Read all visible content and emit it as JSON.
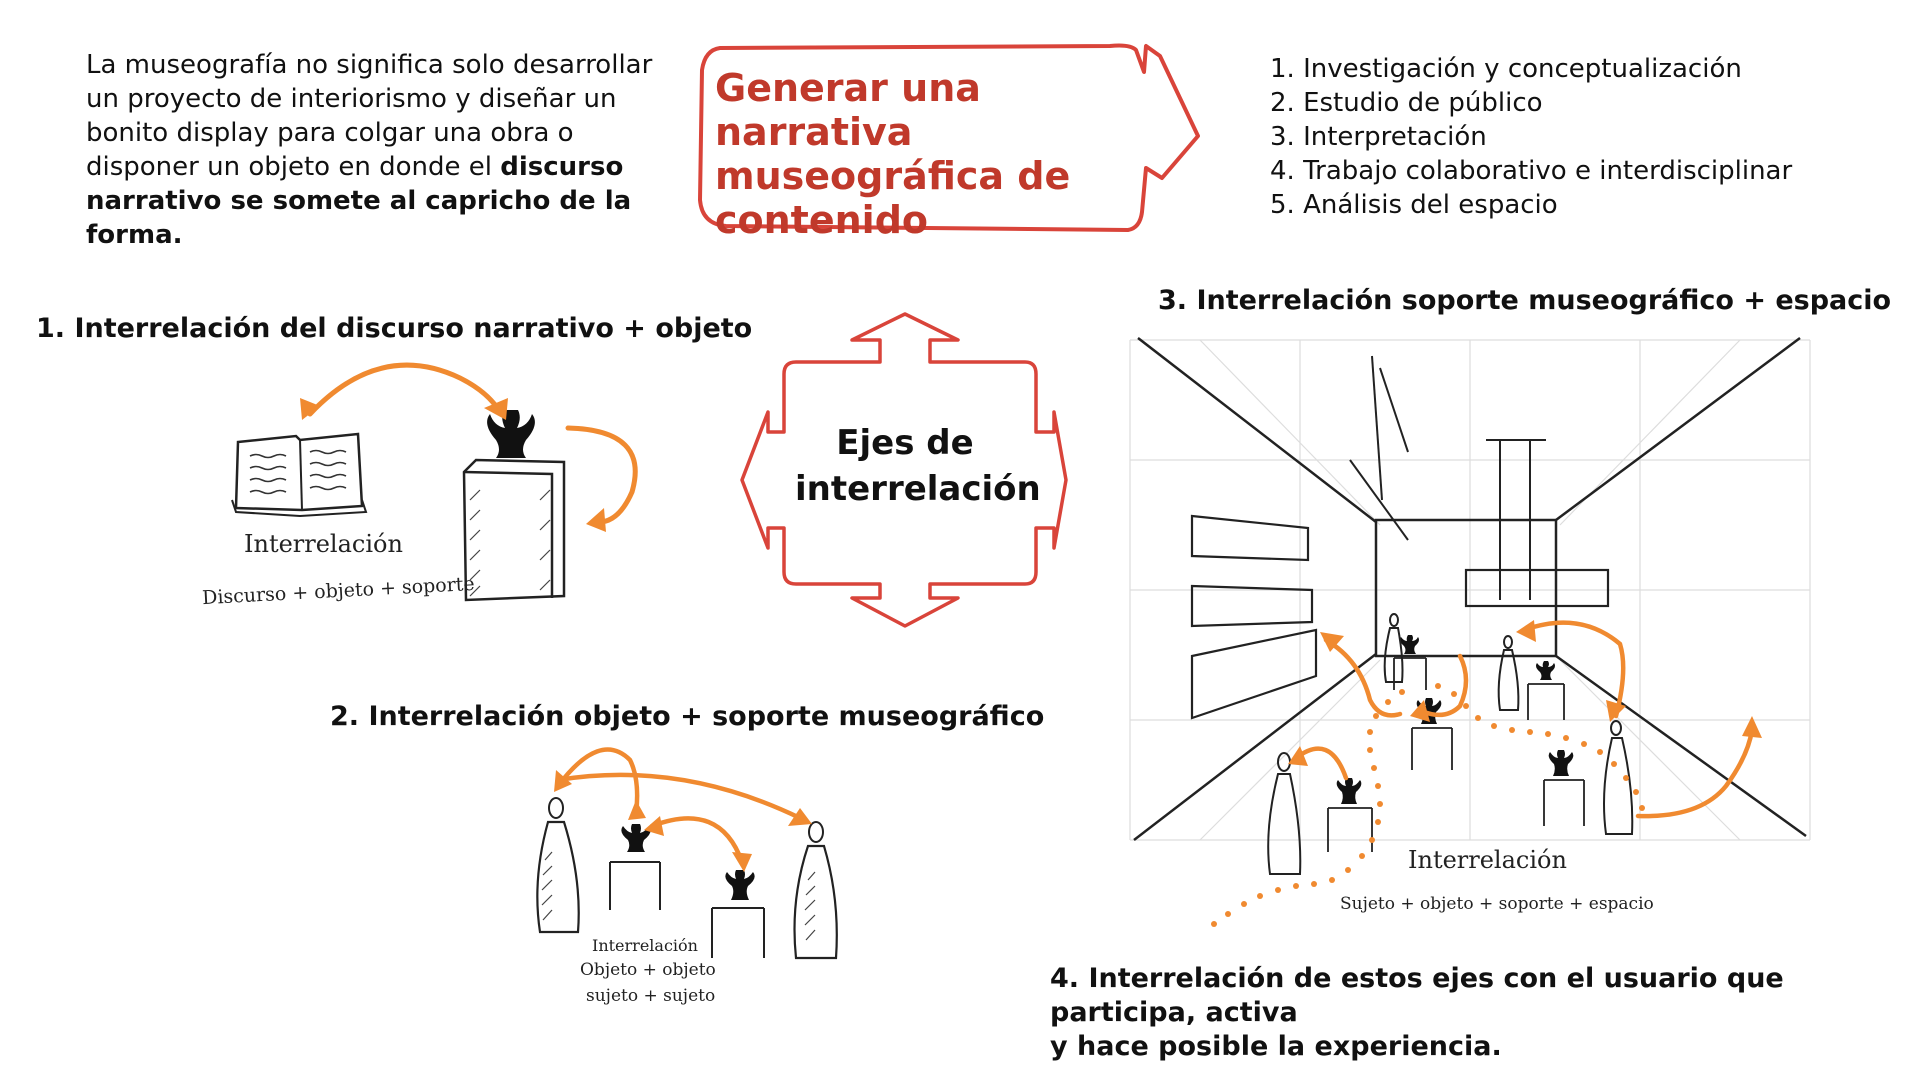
{
  "intro": {
    "part1": "La museografía no significa solo desarrollar un proyecto de interiorismo y diseñar un bonito display para colgar una obra o disponer un objeto en donde el ",
    "bold": "discurso narrativo se somete al capricho de la forma."
  },
  "banner": {
    "line1": "Generar una narrativa",
    "line2": "museográfica de",
    "line3": "contenido"
  },
  "steps": [
    "1. Investigación y conceptualización",
    "2. Estudio de público",
    "3. Interpretación",
    "4. Trabajo colaborativo e interdisciplinar",
    "5. Análisis del espacio"
  ],
  "center": {
    "line1": "Ejes de",
    "line2": "interrelación"
  },
  "axes": {
    "a1": "1. Interrelación del discurso narrativo + objeto",
    "a2": "2. Interrelación objeto + soporte museográfico",
    "a3": "3. Interrelación soporte museográfico + espacio",
    "a4_line1": "4. Interrelación de estos ejes con el usuario que participa, activa",
    "a4_line2": "y hace posible la experiencia."
  },
  "sketch1": {
    "label": "Interrelación",
    "caption": "Discurso + objeto + soporte"
  },
  "sketch2": {
    "label": "Interrelación",
    "line1": "Objeto + objeto",
    "line2": "sujeto + sujeto"
  },
  "sketch3": {
    "label": "Interrelación",
    "caption": "Sujeto + objeto + soporte + espacio"
  },
  "colors": {
    "accent": "#c0392b",
    "orange": "#f08a30",
    "ink": "#111111"
  }
}
